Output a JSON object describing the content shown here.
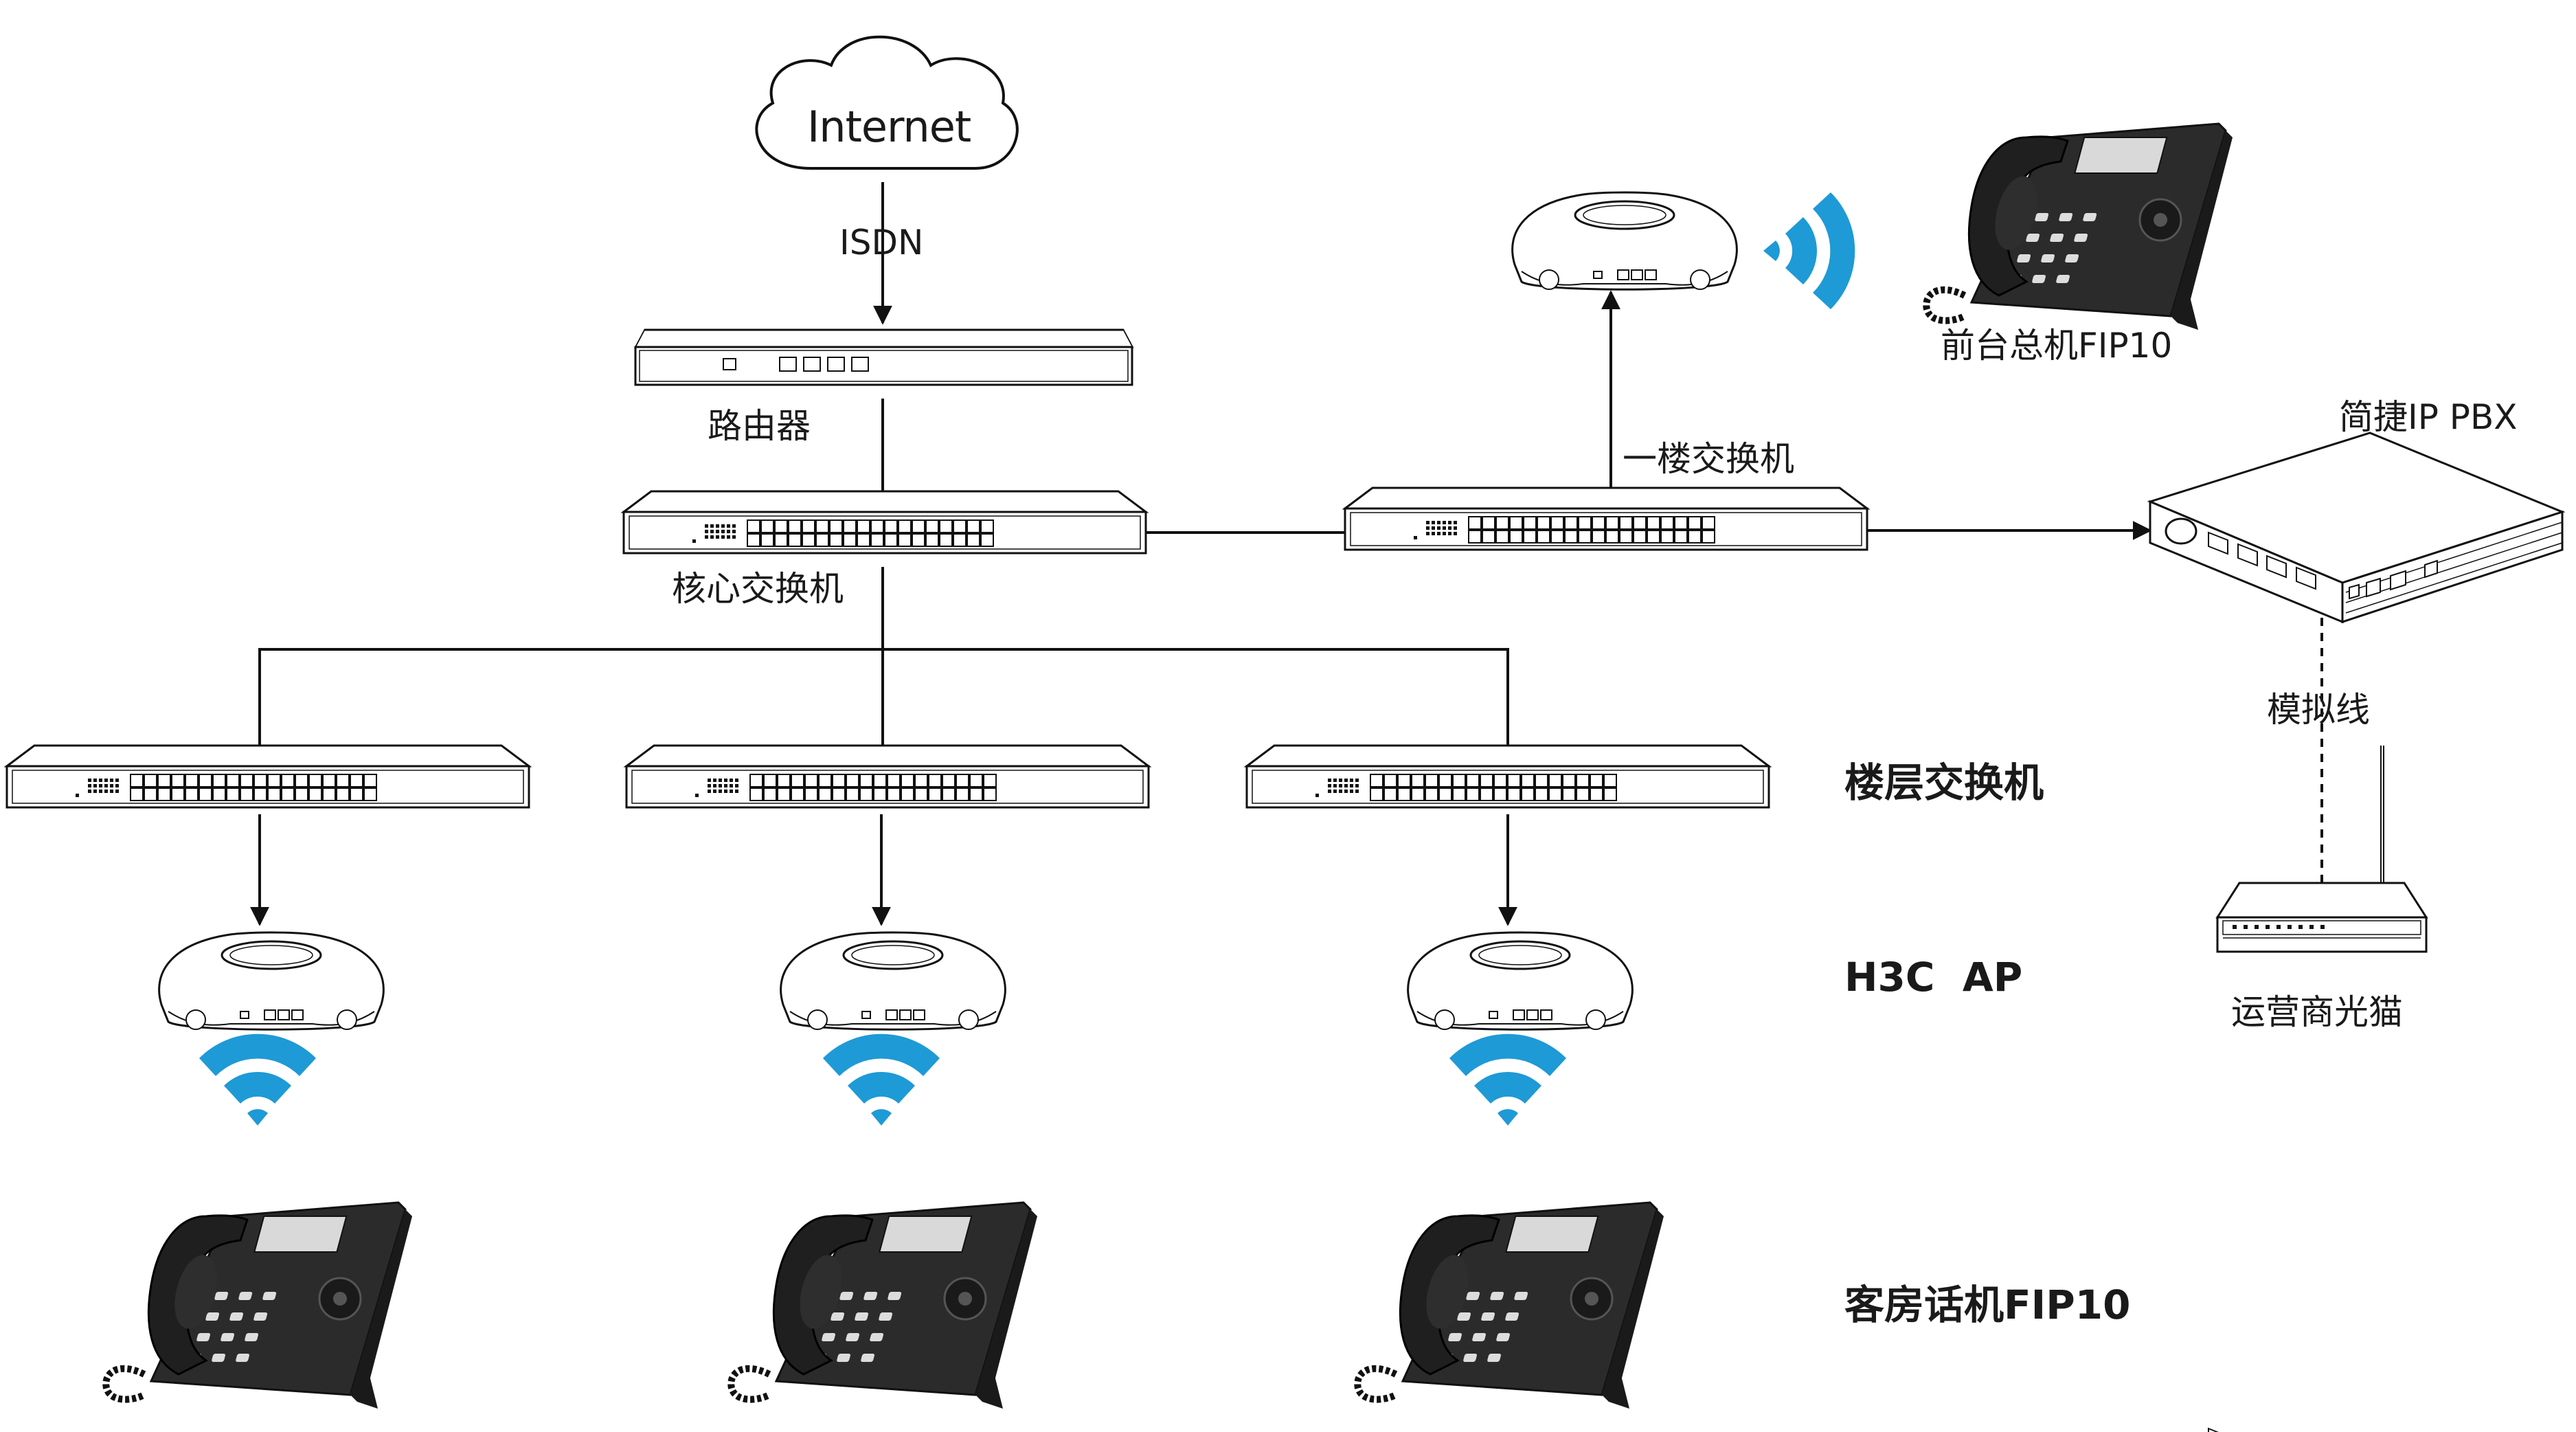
{
  "nodes": {
    "internet": "Internet",
    "link_isdn": "ISDN",
    "router": "路由器",
    "core_switch": "核心交换机",
    "floor1_switch": "一楼交换机",
    "front_desk_phone": "前台总机FIP10",
    "ip_pbx": "简捷IP PBX",
    "analog_line": "模拟线",
    "isp_modem": "运营商光猫"
  },
  "tiers": {
    "floor_switches": "楼层交换机",
    "access_points": "H3C  AP",
    "room_phones": "客房话机FIP10"
  },
  "colors": {
    "line": "#111111",
    "wifi": "#1e9ad6",
    "device_fill": "#ffffff",
    "phone_body": "#2b2b2b"
  }
}
